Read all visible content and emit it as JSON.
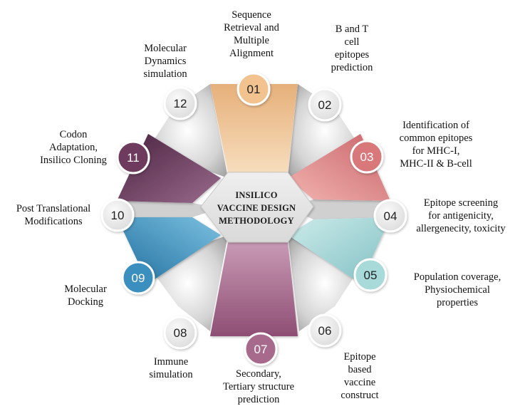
{
  "center": {
    "lines": [
      "INSILICO",
      "VACCINE DESIGN",
      "METHODOLOGY"
    ]
  },
  "steps": [
    {
      "num": "01",
      "label": [
        "Sequence",
        "Retrieval and",
        "Multiple",
        "Alignment"
      ],
      "color": "#F2C28F"
    },
    {
      "num": "02",
      "label": [
        "B and T",
        "cell",
        "epitopes",
        "prediction"
      ],
      "color": "#E6E6E6"
    },
    {
      "num": "03",
      "label": [
        "Identification of",
        "common epitopes",
        "for MHC-I,",
        "MHC-II & B-cell"
      ],
      "color": "#D8787A"
    },
    {
      "num": "04",
      "label": [
        "Epitope screening",
        "for antigenicity,",
        "allergenecity, toxicity"
      ],
      "color": "#E6E6E6"
    },
    {
      "num": "05",
      "label": [
        "Population coverage,",
        "Physiochemical",
        "properties"
      ],
      "color": "#A8DADA"
    },
    {
      "num": "06",
      "label": [
        "Epitope",
        "based",
        "vaccine",
        "construct"
      ],
      "color": "#E6E6E6"
    },
    {
      "num": "07",
      "label": [
        "Secondary,",
        "Tertiary structure",
        "prediction"
      ],
      "color": "#A86A8C"
    },
    {
      "num": "08",
      "label": [
        "Immune",
        "simulation"
      ],
      "color": "#E6E6E6"
    },
    {
      "num": "09",
      "label": [
        "Molecular",
        "Docking"
      ],
      "color": "#3A8FBF"
    },
    {
      "num": "10",
      "label": [
        "Post Translational",
        "Modifications"
      ],
      "color": "#E6E6E6"
    },
    {
      "num": "11",
      "label": [
        "Codon",
        "Adaptation,",
        "Insilico Cloning"
      ],
      "color": "#6E3A5E"
    },
    {
      "num": "12",
      "label": [
        "Molecular",
        "Dynamics",
        "simulation"
      ],
      "color": "#E6E6E6"
    }
  ]
}
